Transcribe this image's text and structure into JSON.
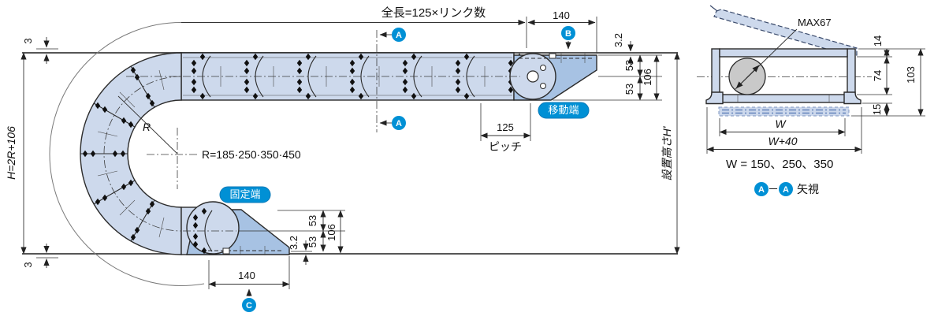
{
  "colors": {
    "accent_blue": "#0090d5",
    "link_fill": "#cdd9ec",
    "bracket_fill": "#a7c2e3",
    "outline": "#2b2b2b",
    "cable_gray": "#c9c9c9"
  },
  "side_view": {
    "total_length": "全長=125×リンク数",
    "dim_140": "140",
    "dim_3_2": "3.2",
    "dim_53": "53",
    "dim_106": "106",
    "dim_3": "3",
    "dim_125": "125",
    "pitch_label": "ピッチ",
    "radius_leader": "R",
    "radius_values": "R=185·250·350·450",
    "height_formula": "H=2R+106",
    "install_height": "設置高さH'",
    "moving_end": "移動端",
    "fixed_end": "固定端"
  },
  "section_view": {
    "max_cable": "MAX67",
    "dim_14": "14",
    "dim_74": "74",
    "dim_103": "103",
    "dim_15": "15",
    "width_symbol": "W",
    "width_plus": "W+40",
    "width_values": "W = 150、250、350",
    "view_dash": "－",
    "view_suffix": "矢視"
  },
  "badges": {
    "a": "A",
    "b": "B",
    "c": "C"
  }
}
